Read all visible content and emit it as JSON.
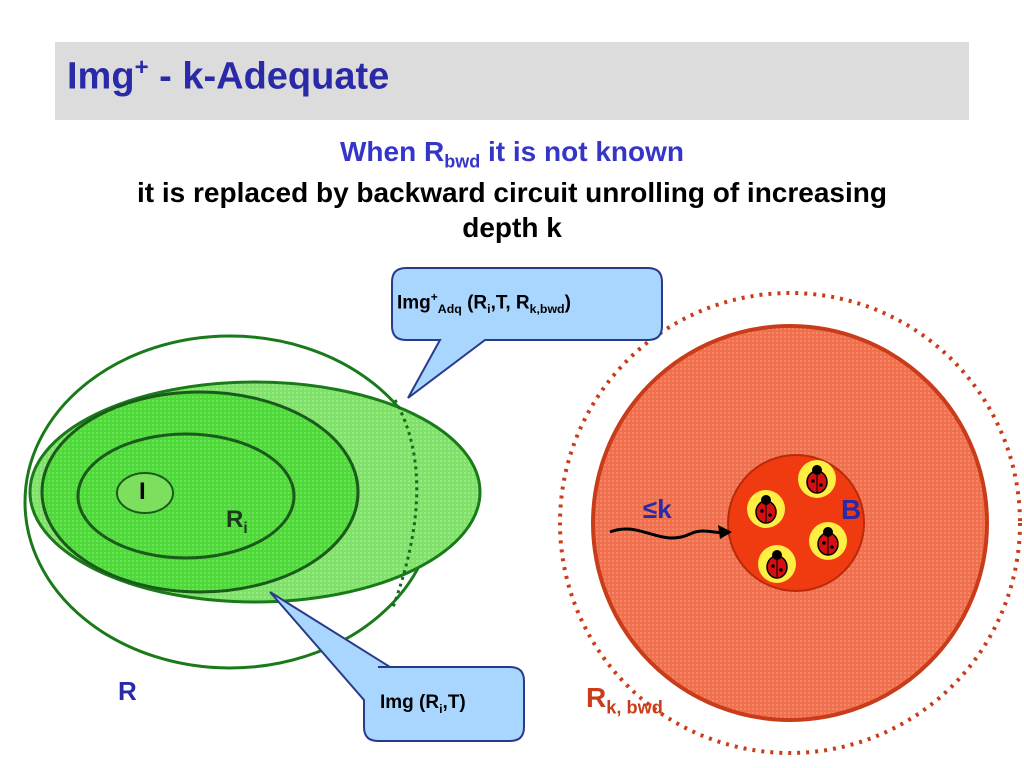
{
  "slide": {
    "title_main": "Img",
    "title_sup": "+",
    "title_rest": " - k-Adequate",
    "subtitle_pre": "When R",
    "subtitle_sub": "bwd",
    "subtitle_post": " it is not known",
    "body_text": "it is replaced by backward circuit unrolling of increasing depth k"
  },
  "diagram": {
    "callout_top": {
      "main": "Img",
      "sup": "+",
      "sub": "Adq",
      "args_pre": " (R",
      "args_i": "i",
      "args_mid": ",T, R",
      "args_sub": "k,bwd",
      "args_post": ")"
    },
    "callout_bottom": {
      "main": "Img (R",
      "sub": "i",
      "post": ",T)"
    },
    "label_I": "I",
    "label_Ri": "R",
    "label_Ri_sub": "i",
    "label_R": "R",
    "label_Rk": "R",
    "label_Rk_sub": "k, bwd",
    "label_k": "≤k",
    "label_B": "B",
    "colors": {
      "title": "#2a2aa8",
      "green_fill": "#8ee87a",
      "green_stroke": "#1a7a1a",
      "red_fill": "#f06a4a",
      "red_stroke": "#c83c1a",
      "callout_fill": "#a9d6ff",
      "callout_stroke": "#2a3a8a",
      "bug_yellow": "#ffee44"
    },
    "icons": [
      "ladybug-icon",
      "ladybug-icon",
      "ladybug-icon",
      "ladybug-icon"
    ]
  }
}
